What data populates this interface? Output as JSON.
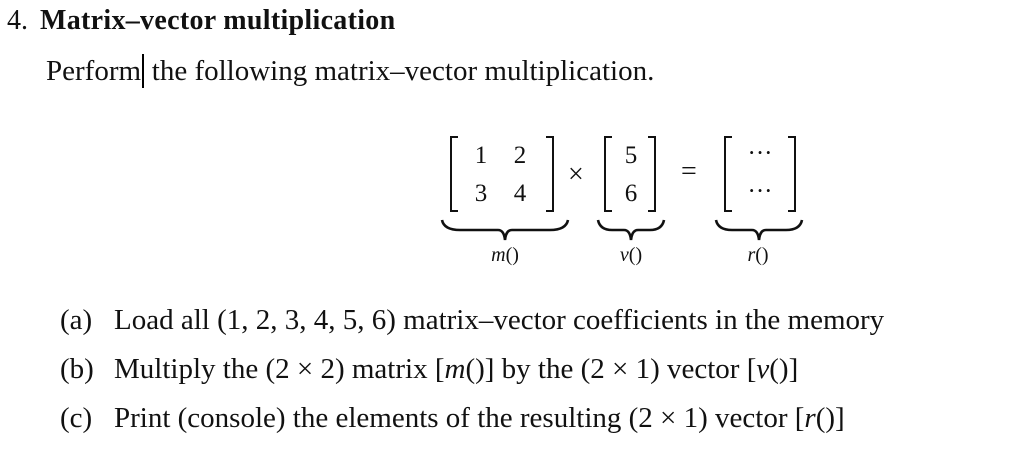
{
  "heading": {
    "number": "4.",
    "title": "Matrix–vector multiplication"
  },
  "intro": {
    "before_caret": "Perform",
    "after_caret": " the following matrix–vector multiplication."
  },
  "equation": {
    "matrix": {
      "rows": [
        [
          "1",
          "2"
        ],
        [
          "3",
          "4"
        ]
      ],
      "label": "m",
      "label_parens": "()"
    },
    "multiply_op": "×",
    "vector": {
      "rows": [
        "5",
        "6"
      ],
      "label": "v",
      "label_parens": "()"
    },
    "equals_op": "=",
    "result": {
      "rows": [
        "···",
        "···"
      ],
      "label": "r",
      "label_parens": "()"
    }
  },
  "items": [
    {
      "marker": "(a)",
      "text": "Load all (1, 2, 3, 4, 5, 6) matrix–vector coefficients in the memory"
    },
    {
      "marker": "(b)",
      "text_1": "Multiply the (2 × 2) matrix [",
      "ref_1": "m",
      "text_2": "()] by the (2 × 1) vector [",
      "ref_2": "v",
      "text_3": "()]"
    },
    {
      "marker": "(c)",
      "text_1": "Print (console) the elements of the resulting (2 × 1) vector [",
      "ref_1": "r",
      "text_2": "()]"
    }
  ]
}
